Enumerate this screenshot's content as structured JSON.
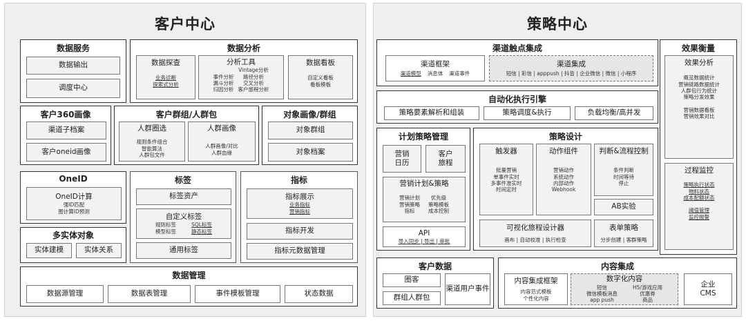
{
  "left": {
    "title": "客户中心",
    "data_service": {
      "title": "数据服务",
      "items": [
        "数据输出",
        "调度中心"
      ]
    },
    "data_analysis": {
      "title": "数据分析",
      "explore": {
        "title": "数据探查",
        "lines": [
          "业务诊断",
          "探索式分析"
        ]
      },
      "tools": {
        "title": "分析工具",
        "col1": [
          "事件分析",
          "漏斗分析",
          "归因分析"
        ],
        "col2": [
          "Vintage分析",
          "路径分析",
          "交叉分析",
          "客户旅程分析"
        ]
      },
      "board": {
        "title": "数据看板",
        "lines": [
          "自定义看板",
          "看板模板"
        ]
      }
    },
    "c360": {
      "title": "客户360画像",
      "items": [
        "渠道子档案",
        "客户oneid画像"
      ]
    },
    "group": {
      "title": "客户群组/人群包",
      "select": {
        "title": "人群圈选",
        "lines": [
          "规则条件组合",
          "智能算法",
          "人群包文件"
        ]
      },
      "portrait": {
        "title": "人群画像",
        "lines": [
          "人群画像/对比",
          "人群血缘"
        ]
      }
    },
    "obj": {
      "title": "对象画像/群组",
      "items": [
        "对象群组",
        "对象档案"
      ]
    },
    "oneid": {
      "title": "OneID",
      "calc": {
        "title": "OneID计算",
        "lines": [
          "强ID匹配",
          "图计算ID预测"
        ]
      }
    },
    "multi": {
      "title": "多实体对象",
      "items": [
        "实体建模",
        "实体关系"
      ]
    },
    "tags": {
      "title": "标签",
      "asset": "标签资产",
      "custom": {
        "title": "自定义标签",
        "col1": [
          "规则标签",
          "模型标签"
        ],
        "col2": [
          "SQL标签",
          "静态标签"
        ]
      },
      "general": "通用标签"
    },
    "metrics": {
      "title": "指标",
      "display": {
        "title": "指标展示",
        "lines": [
          "业务指标",
          "营销指标"
        ]
      },
      "dev": "指标开发",
      "meta": "指标元数据管理"
    },
    "dm": {
      "title": "数据管理",
      "items": [
        "数据源管理",
        "数据表管理",
        "事件模板管理",
        "状态数据"
      ]
    }
  },
  "right": {
    "title": "策略中心",
    "touch": {
      "title": "渠道触点集成",
      "frame": {
        "title": "渠道框架",
        "items": [
          "渠道模型",
          "消息体",
          "渠道事件"
        ]
      },
      "integ": {
        "title": "渠道集成",
        "line": "短信 | 彩信 | apppush | 抖音 | 企业微信 | 微信 | 小程序"
      }
    },
    "effect": {
      "title": "效果衡量",
      "analysis": {
        "title": "效果分析",
        "lines": [
          "概览数据统计",
          "营销链路数据统计",
          "人群包行为统计",
          "策略分发效果",
          "",
          "营销数据看板",
          "营销效果对比"
        ]
      },
      "monitor": {
        "title": "过程监控",
        "lines": [
          "策略执行状态",
          "物料状态",
          "成本配额状态",
          "",
          "阈值管理",
          "监控报警"
        ]
      }
    },
    "engine": {
      "title": "自动化执行引擎",
      "items": [
        "策略要素解析和组装",
        "策略调度&执行",
        "负载均衡/高并发"
      ]
    },
    "plan": {
      "title": "计划策略管理",
      "cal": [
        "营销",
        "日历"
      ],
      "journey": [
        "客户",
        "旅程"
      ],
      "mplan": {
        "title": "营销计划&策略",
        "col1": [
          "营销计划",
          "营销策略",
          "指标"
        ],
        "col2": [
          "优先级",
          "策略模板",
          "成本控制"
        ]
      },
      "api": {
        "title": "API",
        "line": "导入同步 | 导出 | 审批"
      }
    },
    "design": {
      "title": "策略设计",
      "trigger": {
        "title": "触发器",
        "lines": [
          "批量营销",
          "单事件实时",
          "多事件准实时",
          "时间定时"
        ]
      },
      "action": {
        "title": "动作组件",
        "lines": [
          "营销动作",
          "系统动作",
          "内部动作",
          "Webhook"
        ]
      },
      "judge": {
        "title": "判断&流程控制",
        "lines": [
          "条件判断",
          "时间等待",
          "停止"
        ]
      },
      "ab": "AB实验",
      "visual": {
        "title": "可视化旅程设计器",
        "line": "画布 | 自动校准 | 执行检查"
      },
      "form": {
        "title": "表单策略",
        "line": "分步创建 | 客群策略"
      }
    },
    "cdata": {
      "title": "客户数据",
      "circle": "圈客",
      "pack": "群组人群包",
      "event": "渠道用户事件"
    },
    "content": {
      "title": "内容集成",
      "frame": {
        "title": "内容集成框架",
        "lines": [
          "内容范式模板",
          "个性化内容"
        ]
      },
      "digital": {
        "title": "数字化内容",
        "col1": [
          "短信",
          "微信模板消息",
          "app push"
        ],
        "col2": [
          "H5/游戏应用",
          "优惠券",
          "商品"
        ]
      },
      "cms": [
        "企业",
        "CMS"
      ]
    }
  }
}
